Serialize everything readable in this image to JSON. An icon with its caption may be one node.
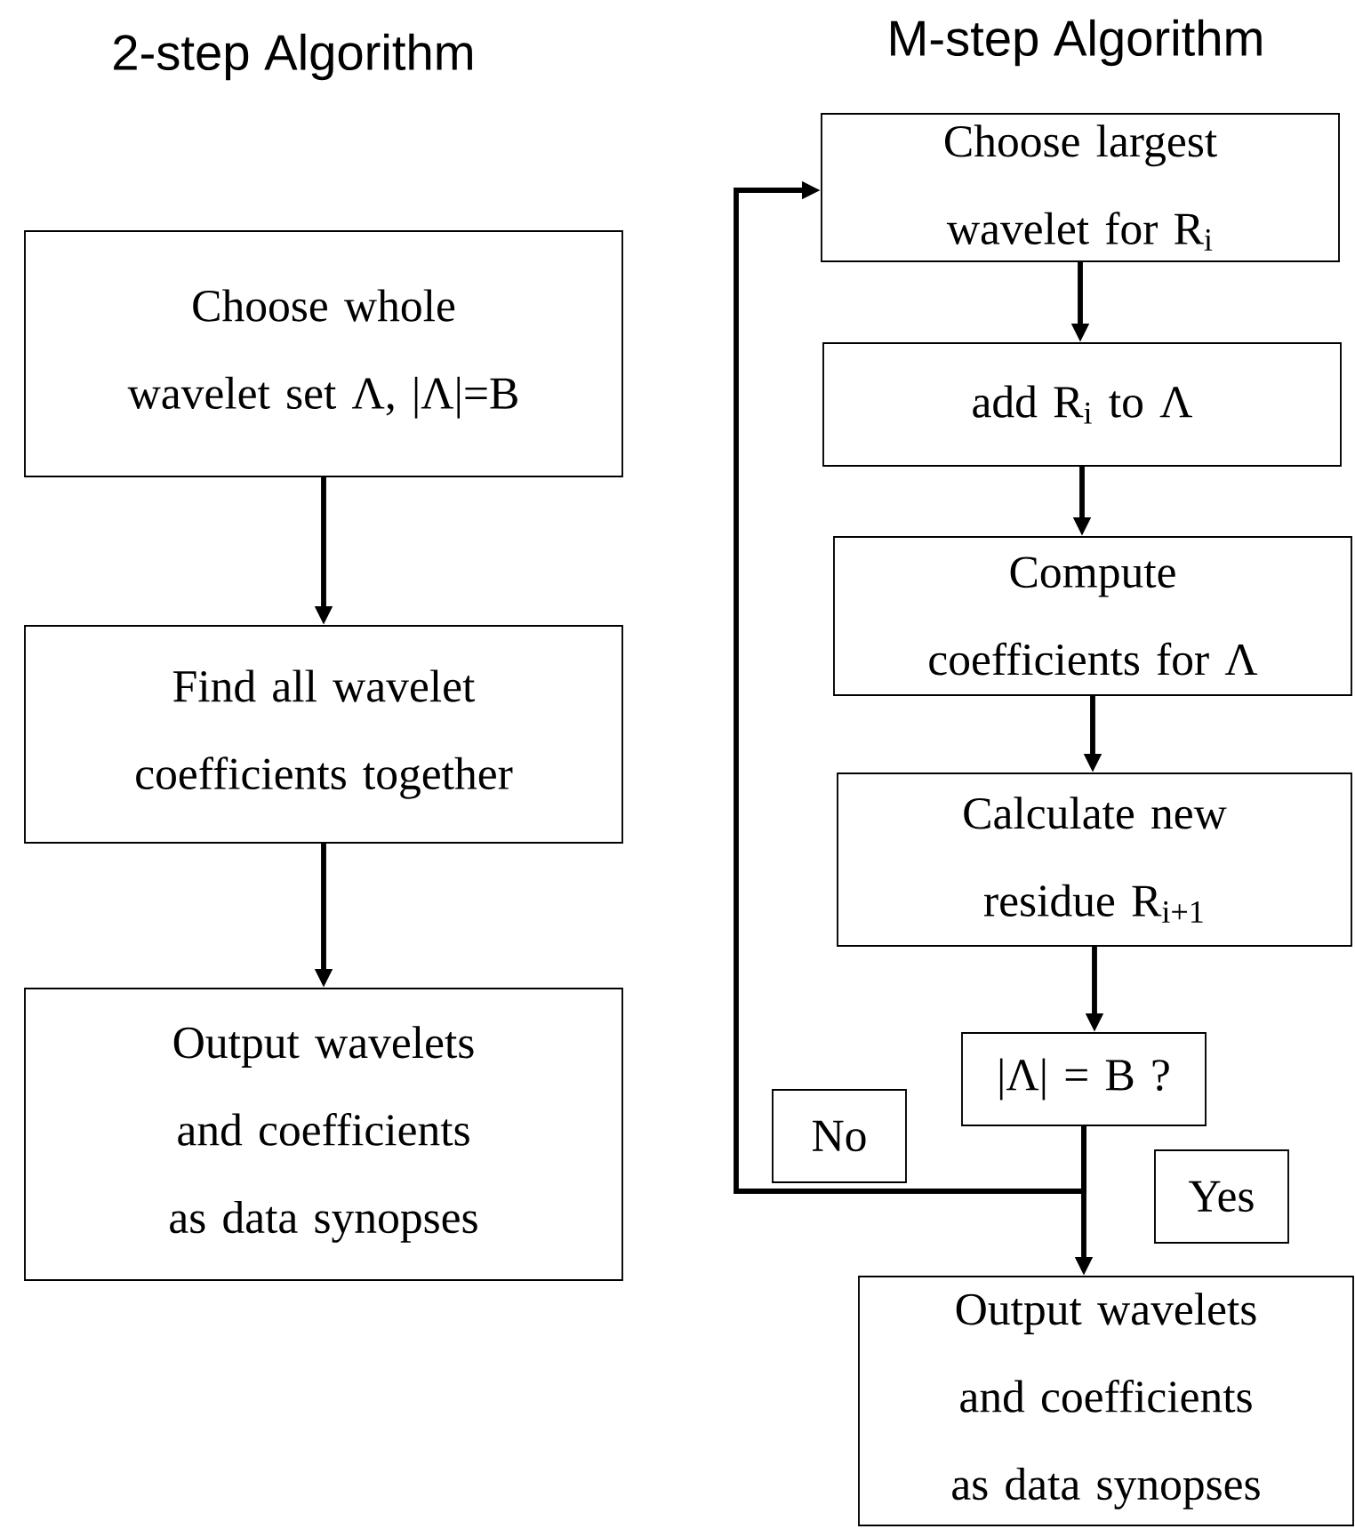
{
  "diagram": {
    "nodes": [
      {
        "text": [
          "Choose whole wavelet set Λ, |Λ|=B"
        ]
      },
      {
        "text": [
          "Find all wavelet coefficients together"
        ]
      },
      {
        "text": [
          "Output wavelets and coefficients as data synopses"
        ]
      },
      {
        "text": [
          "Choose largest wavelet for R$_{i}$"
        ]
      },
      {
        "text": [
          "add R$_{i}$ to Λ"
        ]
      },
      {
        "text": [
          "Compute coefficients for Λ"
        ]
      },
      {
        "text": [
          "Calculate new residue R$_{i+1}$"
        ]
      },
      {
        "text": [
          "|Λ| = B ?"
        ]
      },
      {
        "text": [
          "Output wavelets and coefficients as data synopses"
        ]
      }
    ],
    "edges": [
      {
        "from": 0,
        "to": 1,
        "arrow": "to"
      },
      {
        "from": 1,
        "to": 2,
        "arrow": "to"
      },
      {
        "from": 3,
        "to": 4,
        "arrow": "to"
      },
      {
        "from": 4,
        "to": 5,
        "arrow": "to"
      },
      {
        "from": 5,
        "to": 6,
        "arrow": "to"
      },
      {
        "from": 6,
        "to": 7,
        "arrow": "to"
      },
      {
        "from": 7,
        "to": 8,
        "arrow": "to",
        "label": "Yes"
      },
      {
        "from": 7,
        "to": 3,
        "arrow": "to",
        "label": "No"
      }
    ],
    "labels": [
      "2-step Algorithm",
      "M-step Algorithm"
    ]
  }
}
